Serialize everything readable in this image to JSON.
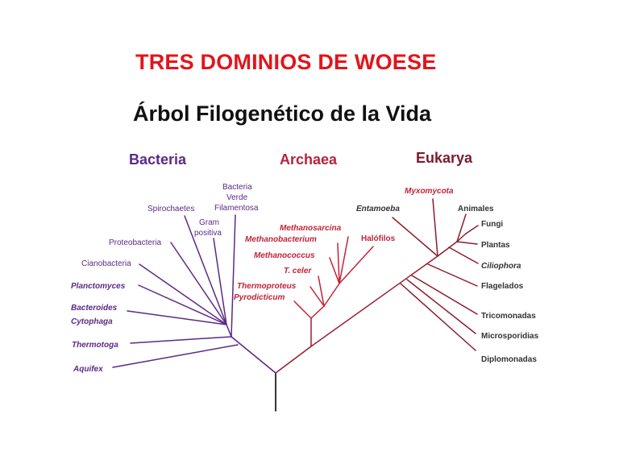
{
  "slide_title": "TRES DOMINIOS DE WOESE",
  "tree_title": "Árbol Filogenético de la Vida",
  "domains": {
    "bacteria": "Bacteria",
    "archaea": "Archaea",
    "eukarya": "Eukarya"
  },
  "bacteria_taxa": {
    "green_filamentous": [
      "Bacteria",
      "Verde",
      "Filamentosa"
    ],
    "spirochaetes": "Spirochaetes",
    "gram_positive": [
      "Gram",
      "positiva"
    ],
    "proteobacteria": "Proteobacteria",
    "cyanobacteria": "Cianobacteria",
    "planctomyces": "Planctomyces",
    "bacteroides": "Bacteroides",
    "cytophaga": "Cytophaga",
    "thermotoga": "Thermotoga",
    "aquifex": "Aquifex"
  },
  "archaea_taxa": {
    "methanosarcina": "Methanosarcina",
    "methanobacterium": "Methanobacterium",
    "halophiles": "Halófilos",
    "methanococcus": "Methanococcus",
    "t_celer": "T. celer",
    "thermoproteus": "Thermoproteus",
    "pyrodicticum": "Pyrodicticum"
  },
  "eukarya_taxa": {
    "myxomycota": "Myxomycota",
    "entamoeba": "Entamoeba",
    "animals": "Animales",
    "fungi": "Fungi",
    "plants": "Plantas",
    "ciliophora": "Ciliophora",
    "flagellates": "Flagelados",
    "trichomonads": "Tricomonadas",
    "microsporidia": "Microsporidias",
    "diplomonads": "Diplomonadas"
  },
  "colors": {
    "title_red": "#e3141b",
    "bacteria": "#5b2a86",
    "archaea": "#c0243a",
    "eukarya": "#8a1e2e",
    "root": "#000000"
  }
}
